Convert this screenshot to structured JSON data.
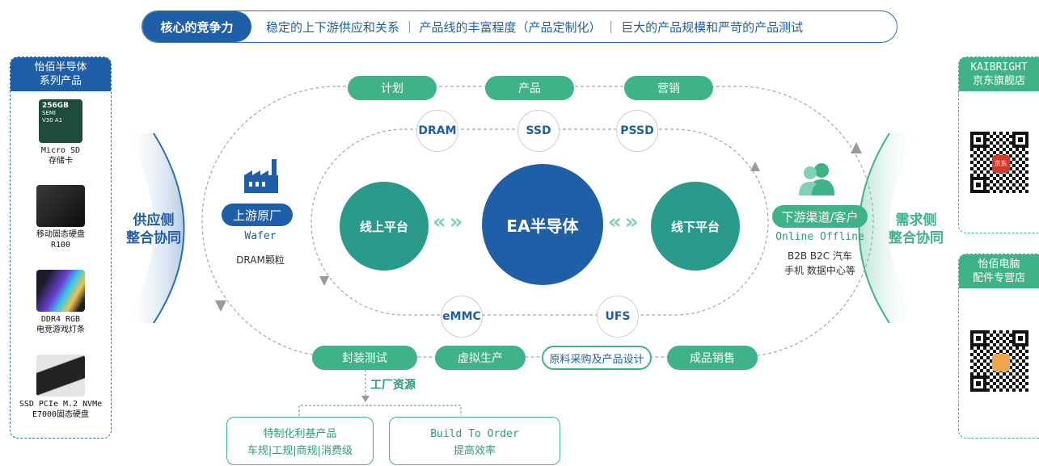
{
  "banner": {
    "tag": "核心的竞争力",
    "text": "稳定的上下游供应和关系 ｜ 产品线的丰富程度（产品定制化） ｜ 巨大的产品规模和严苛的产品测试"
  },
  "left_panel": {
    "title_line1": "怡佰半导体",
    "title_line2": "系列产品",
    "products": [
      {
        "line1": "Micro SD",
        "line2": "存储卡"
      },
      {
        "line1": "移动固态硬盘",
        "line2": "R100"
      },
      {
        "line1": "DDR4 RGB",
        "line2": "电竞游戏灯条"
      },
      {
        "line1": "SSD PCIe M.2 NVMe",
        "line2": "E7000固态硬盘"
      }
    ],
    "sd_card": {
      "capacity": "256GB",
      "brand": "SEMI",
      "class": "V30 A1"
    }
  },
  "right_panel": {
    "store1_line1": "KAIBRIGHT",
    "store1_line2": "京东旗舰店",
    "store2_line1": "怡佰电脑",
    "store2_line2": "配件专营店",
    "store1_logo_text": "京东"
  },
  "supply": {
    "line1": "供应侧",
    "line2": "整合协同"
  },
  "demand": {
    "line1": "需求侧",
    "line2": "整合协同"
  },
  "top_pills": [
    "计划",
    "产品",
    "营销"
  ],
  "top_nodes": [
    "DRAM",
    "SSD",
    "PSSD"
  ],
  "bottom_nodes": [
    "eMMC",
    "UFS"
  ],
  "bottom_pills": [
    "封装测试",
    "虚拟生产",
    "原料采购及产品设计",
    "成品销售"
  ],
  "center": {
    "left": "线上平台",
    "main": "EA半导体",
    "right": "线下平台"
  },
  "upstream": {
    "label": "上游原厂",
    "line1": "Wafer",
    "line2": "DRAM颗粒"
  },
  "downstream": {
    "label": "下游渠道/客户",
    "line1": "Online Offline",
    "line2": "B2B B2C 汽车",
    "line3": "手机 数据中心等"
  },
  "factory": {
    "label": "工厂资源"
  },
  "bottom_boxes": [
    {
      "line1": "特制化利基产品",
      "line2": "车规|工规|商规|消费级"
    },
    {
      "line1": "Build To Order",
      "line2": "提高效率"
    }
  ],
  "colors": {
    "blue": "#1f5fa8",
    "green": "#3fb287",
    "light_green": "#7fd0b5",
    "teal": "#2a9a8a"
  }
}
